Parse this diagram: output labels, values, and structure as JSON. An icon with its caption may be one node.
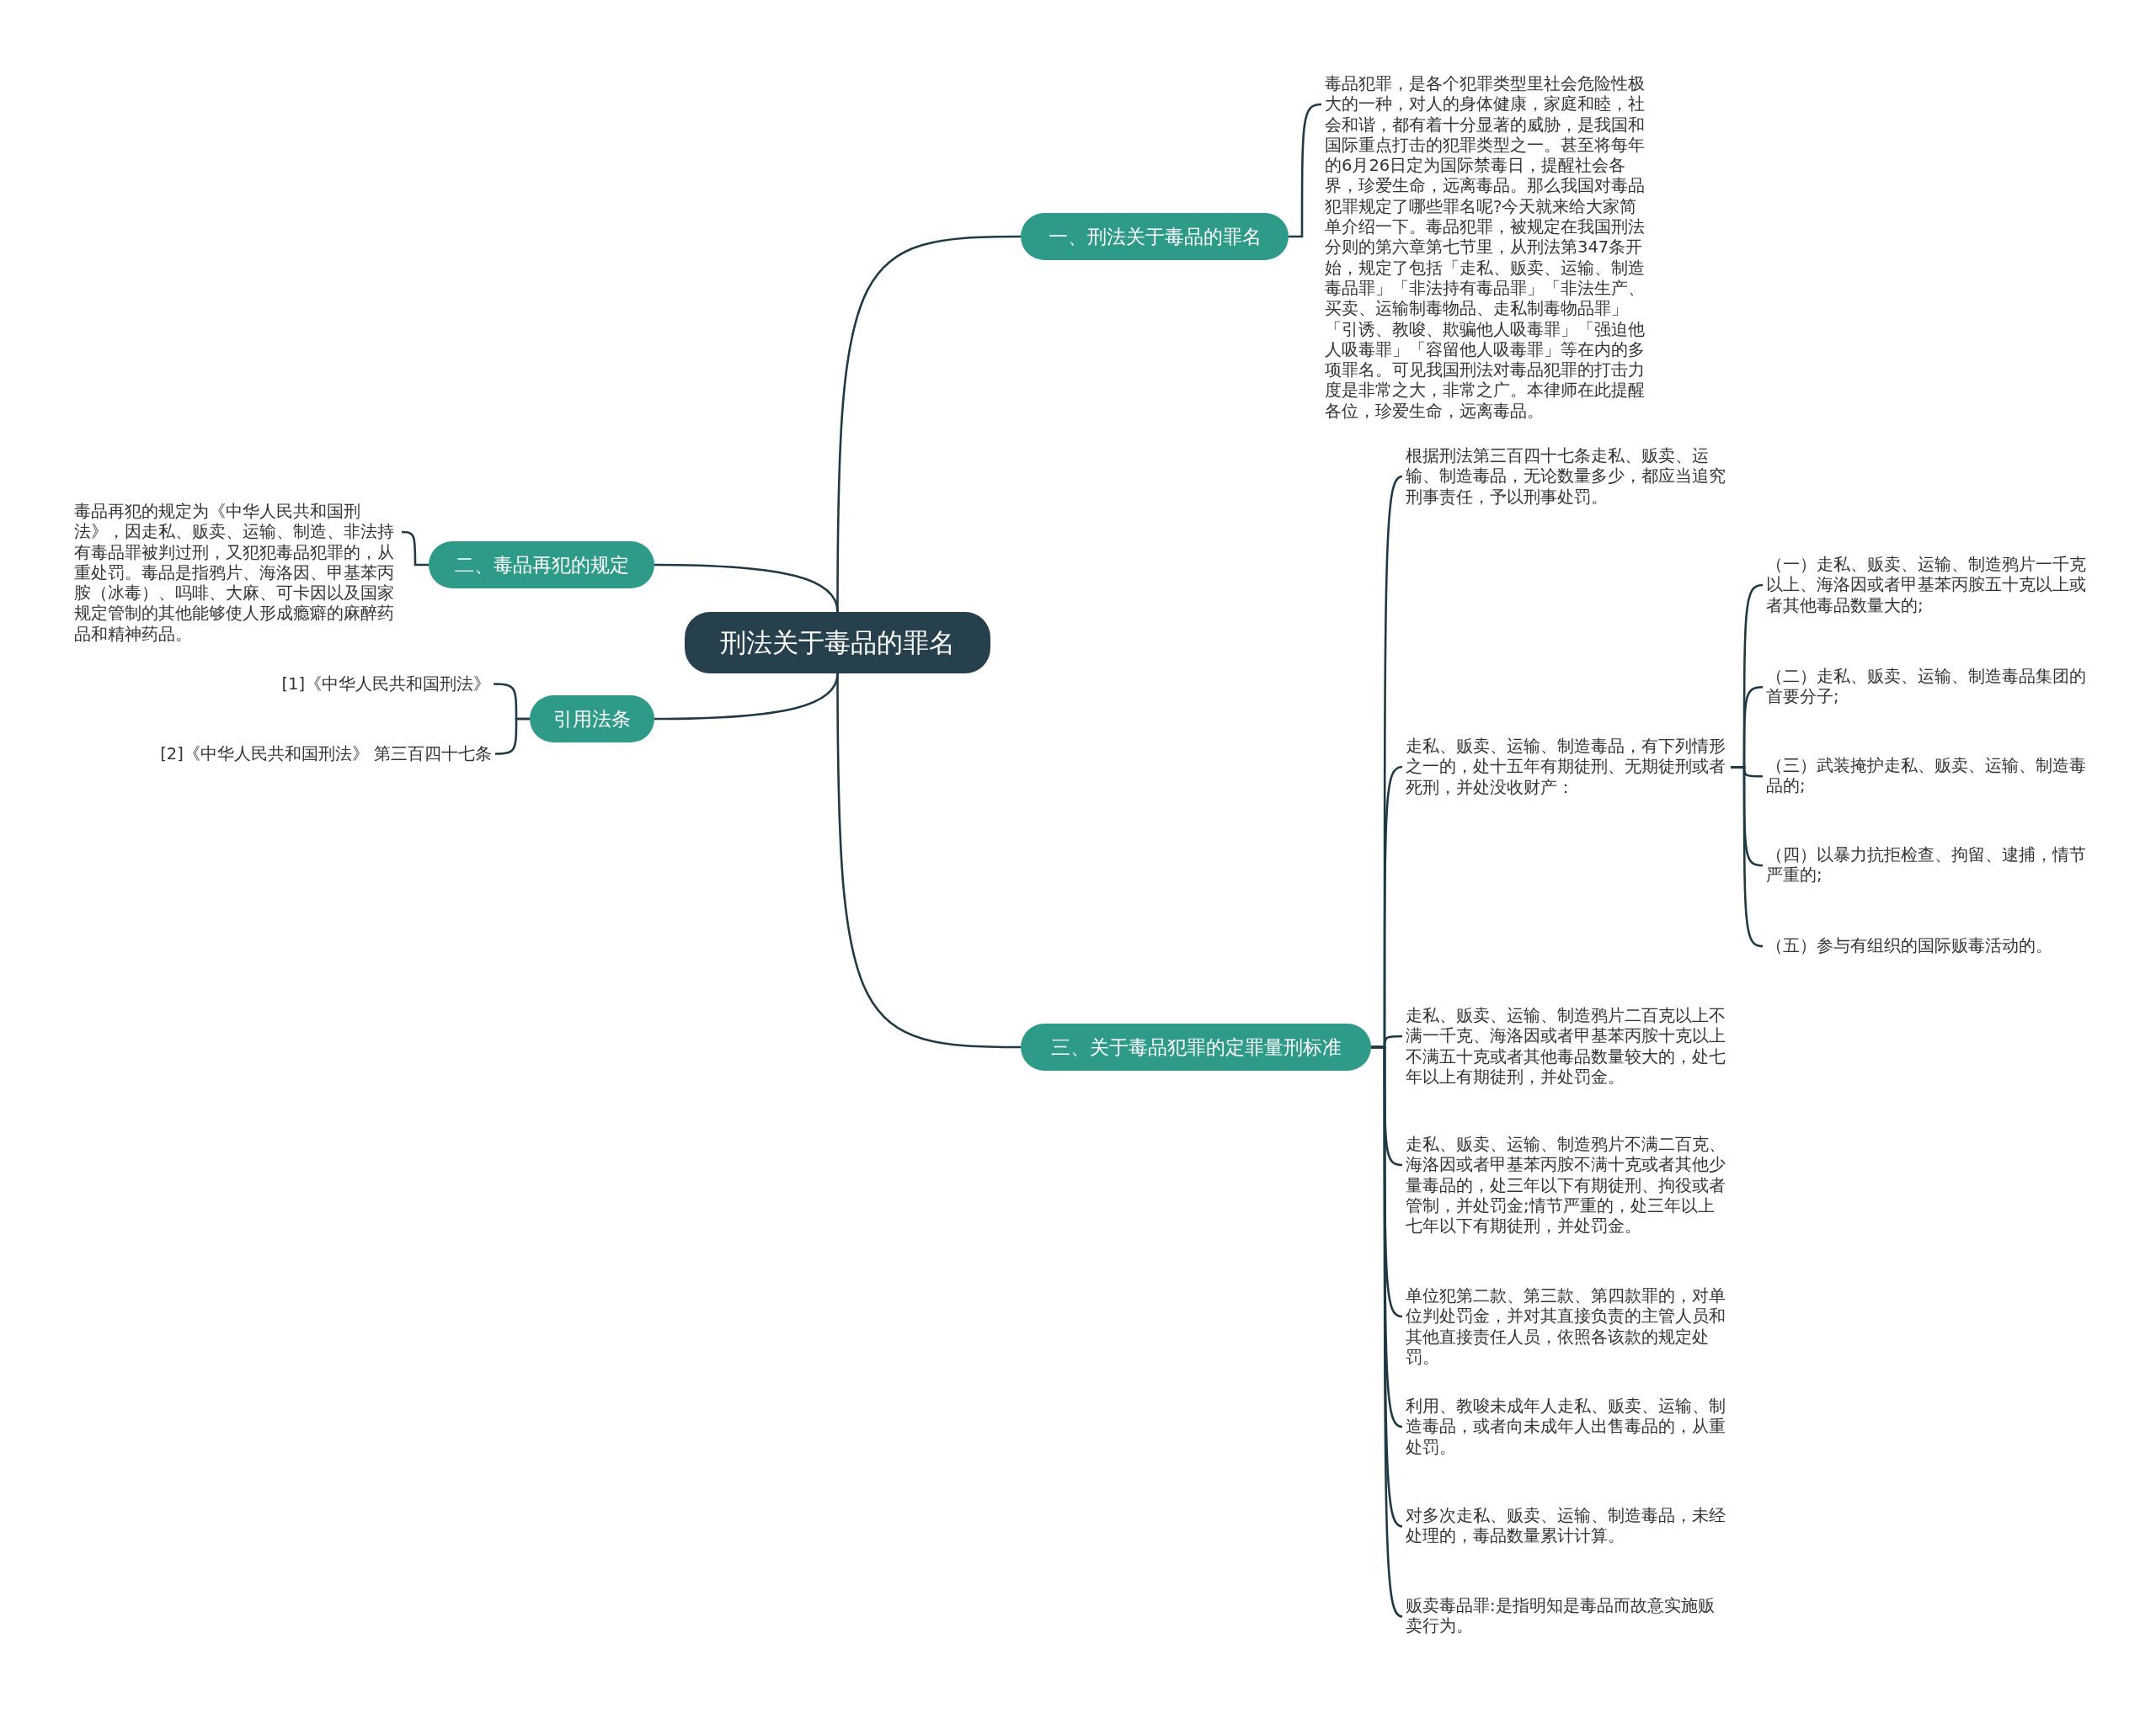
{
  "diagram": {
    "nodes": [
      {
        "text": [
          "刑法关于毒品的罪名"
        ]
      },
      {
        "text": [
          "一、刑法关于毒品的罪名"
        ]
      },
      {
        "text": [
          "毒品犯罪，是各个犯罪类型里社会危险性极大的一种，对人的身体健康，家庭和睦，社会和谐，都有着十分显著的威胁，是我国和国际重点打击的犯罪类型之一。甚至将每年的6月26日定为国际禁毒日，提醒社会各界，珍爱生命，远离毒品。那么我国对毒品犯罪规定了哪些罪名呢?今天就来给大家简单介绍一下。毒品犯罪，被规定在我国刑法分则的第六章第七节里，从刑法第347条开始，规定了包括「走私、贩卖、运输、制造毒品罪」「非法持有毒品罪」「非法生产、买卖、运输制毒物品、走私制毒物品罪」「引诱、教唆、欺骗他人吸毒罪」「强迫他人吸毒罪」「容留他人吸毒罪」等在内的多项罪名。可见我国刑法对毒品犯罪的打击力度是非常之大，非常之广。本律师在此提醒各位，珍爱生命，远离毒品。"
        ]
      },
      {
        "text": [
          "二、毒品再犯的规定"
        ]
      },
      {
        "text": [
          "毒品再犯的规定为《中华人民共和国刑法》，因走私、贩卖、运输、制造、非法持有毒品罪被判过刑，又犯犯毒品犯罪的，从重处罚。毒品是指鸦片、海洛因、甲基苯丙胺（冰毒）、吗啡、大麻、可卡因以及国家规定管制的其他能够使人形成瘾癖的麻醉药品和精神药品。"
        ]
      },
      {
        "text": [
          "引用法条"
        ]
      },
      {
        "text": [
          "[1]《中华人民共和国刑法》"
        ]
      },
      {
        "text": [
          "[2]《中华人民共和国刑法》 第三百四十七条"
        ]
      },
      {
        "text": [
          "三、关于毒品犯罪的定罪量刑标准"
        ]
      },
      {
        "text": [
          "根据刑法第三百四十七条走私、贩卖、运输、制造毒品，无论数量多少，都应当追究刑事责任，予以刑事处罚。"
        ]
      },
      {
        "text": [
          "走私、贩卖、运输、制造毒品，有下列情形之一的，处十五年有期徒刑、无期徒刑或者死刑，并处没收财产："
        ]
      },
      {
        "text": [
          "（一）走私、贩卖、运输、制造鸦片一千克以上、海洛因或者甲基苯丙胺五十克以上或者其他毒品数量大的;"
        ]
      },
      {
        "text": [
          "（二）走私、贩卖、运输、制造毒品集团的首要分子;"
        ]
      },
      {
        "text": [
          "（三）武装掩护走私、贩卖、运输、制造毒品的;"
        ]
      },
      {
        "text": [
          "（四）以暴力抗拒检查、拘留、逮捕，情节严重的;"
        ]
      },
      {
        "text": [
          "（五）参与有组织的国际贩毒活动的。"
        ]
      },
      {
        "text": [
          "走私、贩卖、运输、制造鸦片二百克以上不满一千克、海洛因或者甲基苯丙胺十克以上不满五十克或者其他毒品数量较大的，处七年以上有期徒刑，并处罚金。"
        ]
      },
      {
        "text": [
          "走私、贩卖、运输、制造鸦片不满二百克、海洛因或者甲基苯丙胺不满十克或者其他少量毒品的，处三年以下有期徒刑、拘役或者管制，并处罚金;情节严重的，处三年以上七年以下有期徒刑，并处罚金。"
        ]
      },
      {
        "text": [
          "单位犯第二款、第三款、第四款罪的，对单位判处罚金，并对其直接负责的主管人员和其他直接责任人员，依照各该款的规定处罚。"
        ]
      },
      {
        "text": [
          "利用、教唆未成年人走私、贩卖、运输、制造毒品，或者向未成年人出售毒品的，从重处罚。"
        ]
      },
      {
        "text": [
          "对多次走私、贩卖、运输、制造毒品，未经处理的，毒品数量累计计算。"
        ]
      },
      {
        "text": [
          "贩卖毒品罪:是指明知是毒品而故意实施贩卖行为。"
        ]
      }
    ],
    "edges": [
      {
        "from": 0,
        "to": 1,
        "arrow": "none"
      },
      {
        "from": 1,
        "to": 2,
        "arrow": "none"
      },
      {
        "from": 0,
        "to": 3,
        "arrow": "none"
      },
      {
        "from": 3,
        "to": 4,
        "arrow": "none"
      },
      {
        "from": 0,
        "to": 5,
        "arrow": "none"
      },
      {
        "from": 5,
        "to": 6,
        "arrow": "none"
      },
      {
        "from": 5,
        "to": 7,
        "arrow": "none"
      },
      {
        "from": 0,
        "to": 8,
        "arrow": "none"
      },
      {
        "from": 8,
        "to": 9,
        "arrow": "none"
      },
      {
        "from": 8,
        "to": 10,
        "arrow": "none"
      },
      {
        "from": 10,
        "to": 11,
        "arrow": "none"
      },
      {
        "from": 10,
        "to": 12,
        "arrow": "none"
      },
      {
        "from": 10,
        "to": 13,
        "arrow": "none"
      },
      {
        "from": 10,
        "to": 14,
        "arrow": "none"
      },
      {
        "from": 10,
        "to": 15,
        "arrow": "none"
      },
      {
        "from": 8,
        "to": 16,
        "arrow": "none"
      },
      {
        "from": 8,
        "to": 17,
        "arrow": "none"
      },
      {
        "from": 8,
        "to": 18,
        "arrow": "none"
      },
      {
        "from": 8,
        "to": 19,
        "arrow": "none"
      },
      {
        "from": 8,
        "to": 20,
        "arrow": "none"
      },
      {
        "from": 8,
        "to": 21,
        "arrow": "none"
      }
    ]
  }
}
